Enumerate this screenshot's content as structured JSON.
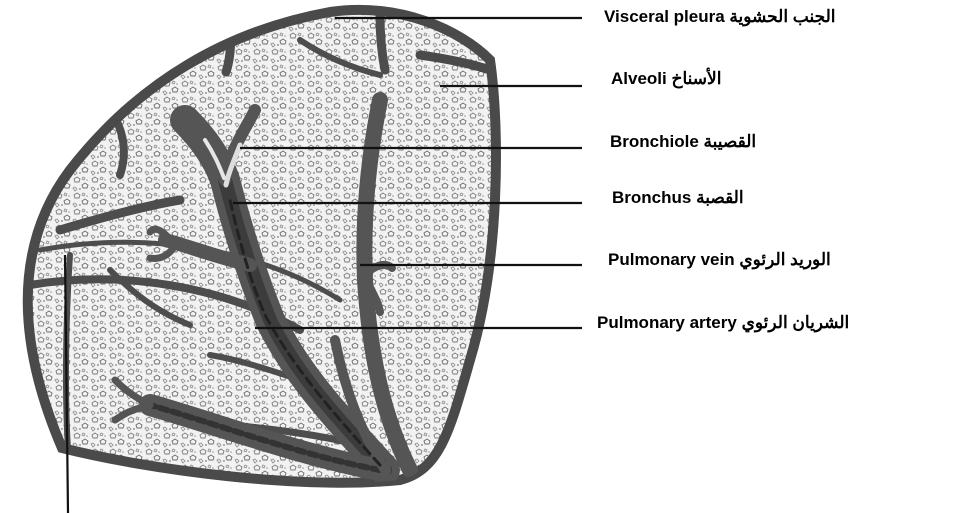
{
  "diagram": {
    "labels": [
      {
        "id": "visceral-pleura",
        "en": "Visceral pleura",
        "ar": "الجنب الحشوية",
        "order": "en-ar"
      },
      {
        "id": "alveoli",
        "en": "Alveoli",
        "ar": "الأسناخ",
        "order": "en-ar"
      },
      {
        "id": "bronchiole",
        "en": "Bronchiole",
        "ar": "القصيبة",
        "order": "en-ar"
      },
      {
        "id": "bronchus",
        "en": "Bronchus",
        "ar": "القصبة",
        "order": "en-ar"
      },
      {
        "id": "pulmonary-vein",
        "en": "Pulmonary vein",
        "ar": "الوريد الرئوي",
        "order": "en-ar"
      },
      {
        "id": "pulmonary-artery",
        "en": "Pulmonary artery",
        "ar": "الشريان الرئوي",
        "order": "en-ar"
      }
    ]
  }
}
